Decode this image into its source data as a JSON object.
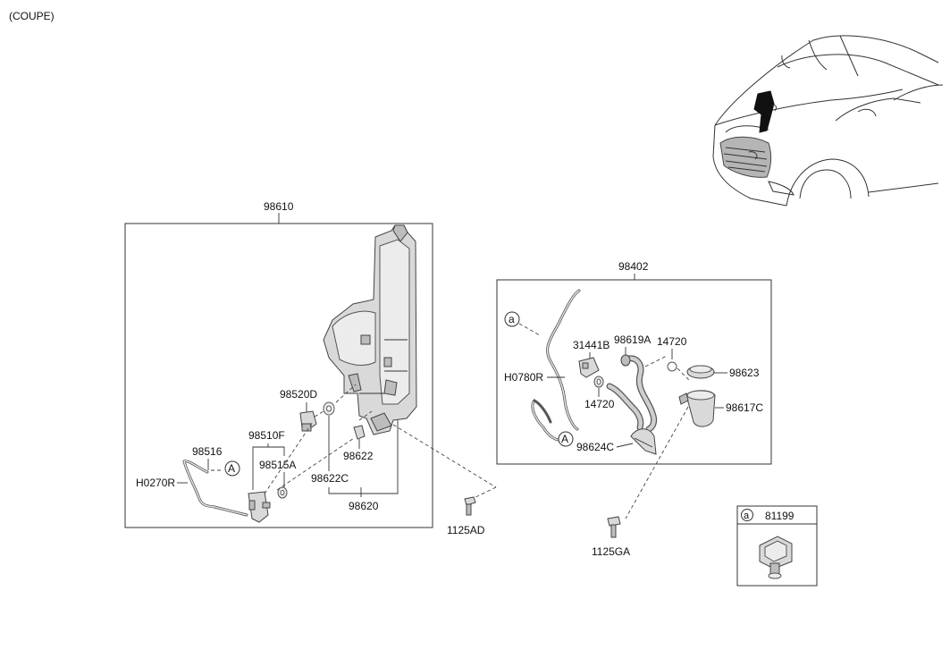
{
  "header": {
    "variant": "(COUPE)"
  },
  "callouts": {
    "marker_a": "a",
    "marker_A": "A"
  },
  "parts": {
    "reservoir_assy": "98610",
    "grommet_d": "98520D",
    "pump_filter": "98510F",
    "nozzle_516": "98516",
    "hose_h0270r": "H0270R",
    "grommet_a": "98515A",
    "seal_98622": "98622",
    "seal_98622c": "98622C",
    "pump_98620": "98620",
    "bolt_1125ad": "1125AD",
    "filler_assy": "98402",
    "clip_31441b": "31441B",
    "filler_hose": "98619A",
    "clamp_upper": "14720",
    "clamp_lower": "14720",
    "hose_h0780r": "H0780R",
    "cap": "98623",
    "neck": "98617C",
    "bracket": "98624C",
    "bolt_1125ga": "1125GA",
    "clip_81199": "81199"
  }
}
